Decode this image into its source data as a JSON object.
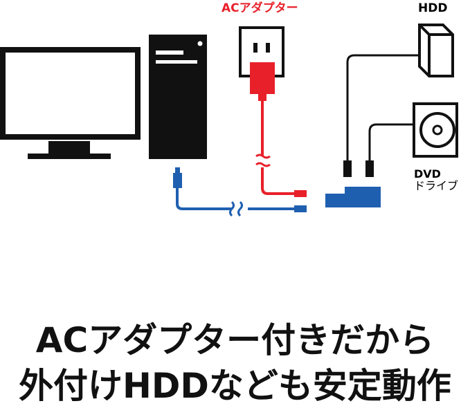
{
  "labels": {
    "ac_adapter": "ACアダプター",
    "hdd": "HDD",
    "dvd_line1": "DVD",
    "dvd_line2": "ドライブ"
  },
  "headline": {
    "line1": "ACアダプター付きだから",
    "line2": "外付けHDDなども安定動作"
  },
  "colors": {
    "ac_label": "#e8202a",
    "red_cable": "#e8202a",
    "blue_cable": "#1f5fb0",
    "device": "#111111",
    "text": "#111111"
  }
}
